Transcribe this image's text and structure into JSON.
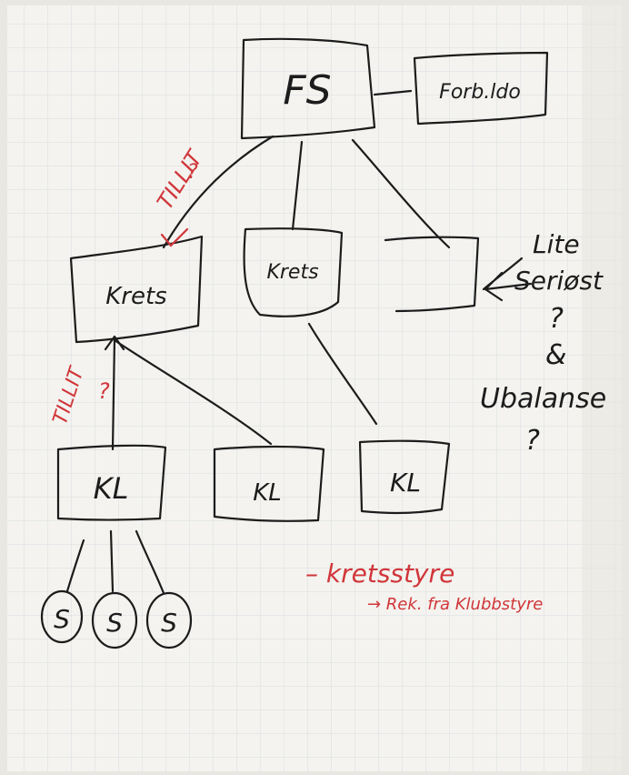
{
  "colors": {
    "paper": "#f4f3ef",
    "grid": "#d9dde3",
    "ink": "#1c1c1c",
    "red_ink": "#d0363a"
  },
  "nodes": {
    "fs": "FS",
    "forbund": "Forb.ldo",
    "krets_left": "Krets",
    "krets_mid": "Krets",
    "krets_right": "",
    "klubb_left": "KL",
    "klubb_mid": "KL",
    "klubb_right": "KL",
    "member_1": "S",
    "member_2": "S",
    "member_3": "S"
  },
  "annotations": {
    "tillit_top": "TILLIT",
    "tillit_top_q": "?",
    "tillit_left": "TILLIT",
    "tillit_left_q": "?",
    "lite_1": "Lite",
    "lite_2": "Seriøst",
    "lite_q": "?",
    "and": "&",
    "ubalanse": "Ubalanse",
    "ubalanse_q": "?",
    "kretsstyre": "– kretsstyre",
    "rekruttering": "→ Rek. fra Klubbstyre"
  }
}
